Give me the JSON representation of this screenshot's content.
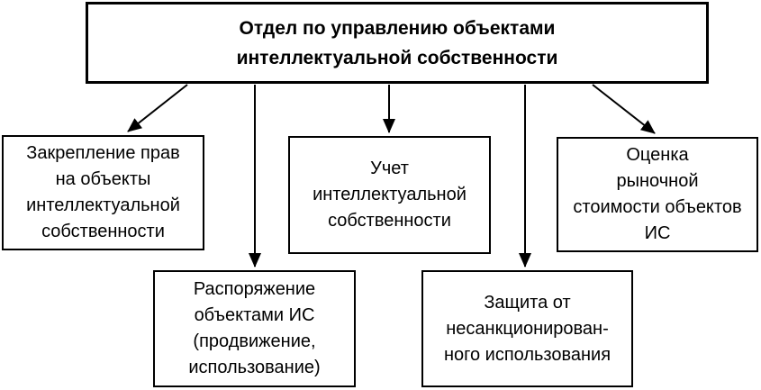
{
  "diagram": {
    "type": "flowchart",
    "language": "ru",
    "colors": {
      "line": "#000000",
      "text": "#000000",
      "background": "#ffffff"
    },
    "root": {
      "id": "ip-department",
      "label": "Отдел по управлению объектами\nинтеллектуальной собственности"
    },
    "nodes": [
      {
        "id": "rights-registration",
        "label": "Закрепление прав\nна объекты\nинтеллектуальной\nсобственности"
      },
      {
        "id": "ip-accounting",
        "label": "Учет\nинтеллектуальной\nсобственности"
      },
      {
        "id": "market-valuation",
        "label": "Оценка\nрыночной\nстоимости объектов\nИС"
      },
      {
        "id": "ip-disposal",
        "label": "Распоряжение\nобъектами ИС\n(продвижение,\nиспользование)"
      },
      {
        "id": "unauthorized-use-protection",
        "label": "Защита от\nнесанкционирован-\nного использования"
      }
    ],
    "edges": [
      {
        "from": "ip-department",
        "to": "rights-registration",
        "style": "arrow"
      },
      {
        "from": "ip-department",
        "to": "ip-disposal",
        "style": "arrow"
      },
      {
        "from": "ip-department",
        "to": "ip-accounting",
        "style": "arrow"
      },
      {
        "from": "ip-department",
        "to": "unauthorized-use-protection",
        "style": "arrow"
      },
      {
        "from": "ip-department",
        "to": "market-valuation",
        "style": "arrow"
      }
    ]
  }
}
